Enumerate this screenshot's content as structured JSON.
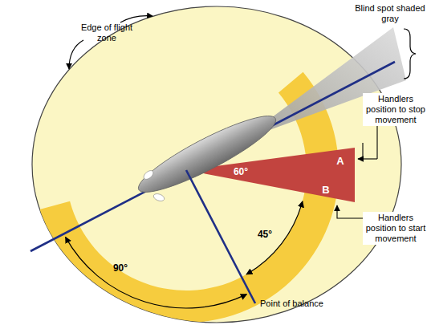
{
  "diagram": {
    "labels": [
      "Edge of flight zone",
      "Blind spot shaded gray",
      "Handlers position to stop movement",
      "Handlers position to start movement",
      "A",
      "B",
      "60°",
      "45°",
      "90°",
      "Point of balance"
    ]
  }
}
